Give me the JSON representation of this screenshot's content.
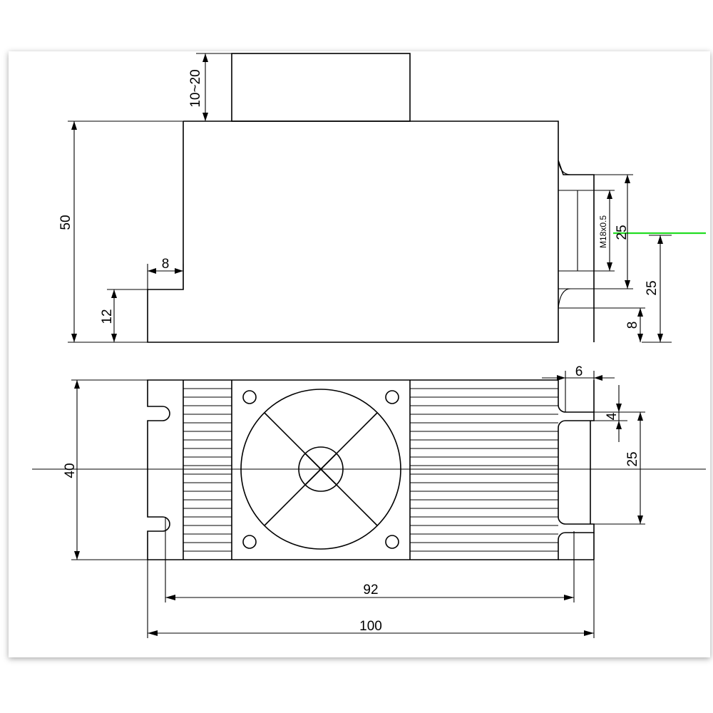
{
  "diagram": {
    "dimensions": {
      "cap_height": "10~20",
      "body_height": "50",
      "step_width": "8",
      "step_height": "12",
      "thread": "M18x0.5",
      "thread_span": "25",
      "lug_height": "25",
      "base_offset": "8",
      "slot_width": "6",
      "slot_gap": "4",
      "slot_pitch": "25",
      "depth": "40",
      "hole_spacing": "92",
      "overall_length": "100"
    },
    "colors": {
      "line": "#000000",
      "laser_beam": "#22dd22"
    }
  }
}
